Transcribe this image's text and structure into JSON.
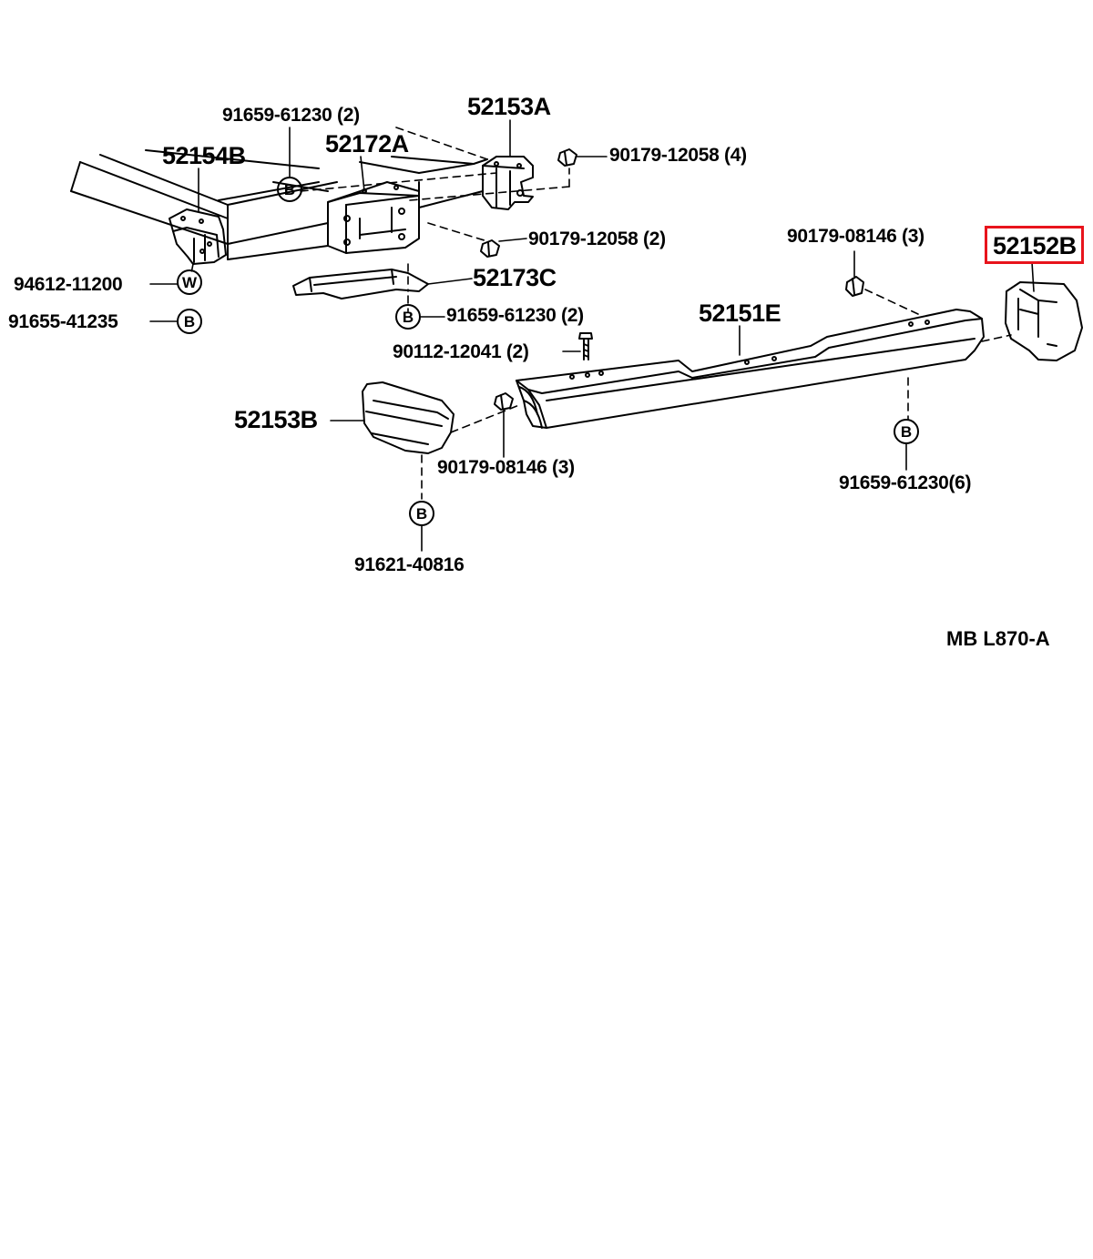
{
  "labels": {
    "p91659_61230_top": "91659-61230 (2)",
    "p52153A": "52153A",
    "p52172A": "52172A",
    "p52154B": "52154B",
    "p90179_12058_4": "90179-12058 (4)",
    "p90179_12058_2": "90179-12058 (2)",
    "p90179_08146_top": "90179-08146 (3)",
    "p52152B": "52152B",
    "p94612_11200": "94612-11200",
    "p91655_41235": "91655-41235",
    "p52173C": "52173C",
    "p91659_61230_mid": "91659-61230 (2)",
    "p52151E": "52151E",
    "p90112_12041": "90112-12041 (2)",
    "p52153B": "52153B",
    "p90179_08146_bottom": "90179-08146 (3)",
    "p91659_61230_6": "91659-61230(6)",
    "p91621_40816": "91621-40816"
  },
  "markers": {
    "bolt_b": "B",
    "washer_w": "W"
  },
  "diagram_code": "MB  L870-A",
  "highlight_color": "#e8141c"
}
